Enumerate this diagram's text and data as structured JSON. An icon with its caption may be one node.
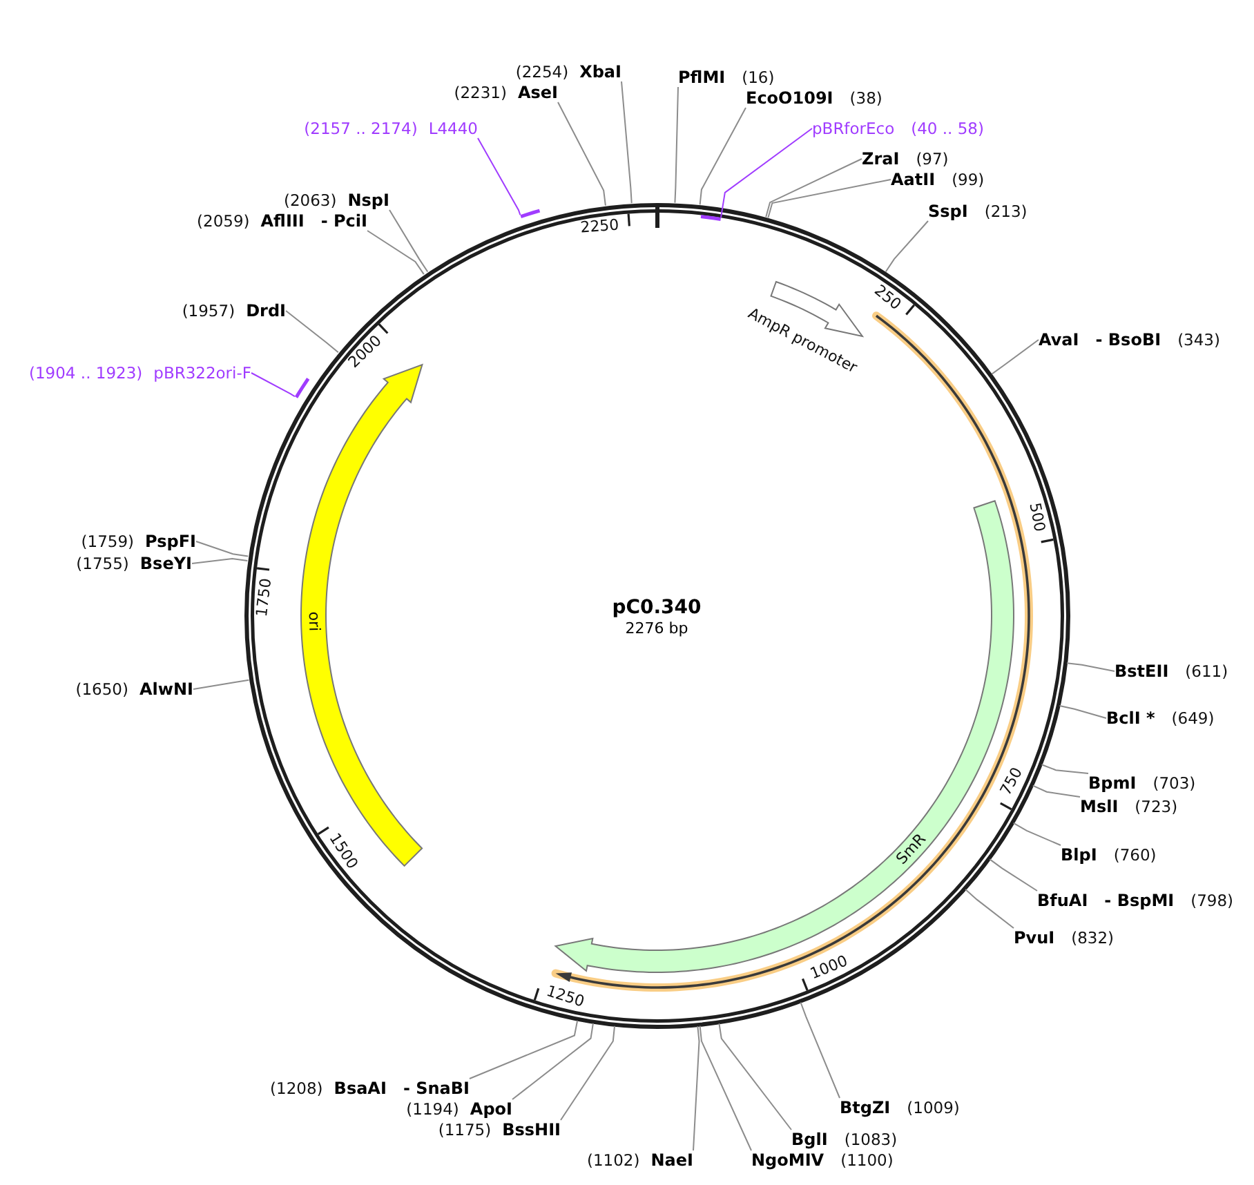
{
  "diagram": {
    "title": "pC0.340",
    "nodes": [
      {
        "text": [],
        "shape": "circle"
      },
      {
        "text": [],
        "shape": "arrow",
        "beside": [
          "AmpR promoter"
        ],
        "in": 0
      },
      {
        "text": [
          "SmR"
        ],
        "in": 0
      },
      {
        "text": [
          "ori"
        ],
        "in": 0
      },
      {
        "text": [],
        "shape": "bar",
        "in": 0
      },
      {
        "text": [],
        "shape": "bar"
      },
      {
        "text": [],
        "shape": "bar"
      },
      {
        "text": [
          "(2254)",
          "XbaI"
        ]
      },
      {
        "text": [
          "PflMI",
          "(16)"
        ]
      },
      {
        "text": [
          "(2231)",
          "AseI"
        ]
      },
      {
        "text": [
          "EcoO109I",
          "(38)"
        ]
      },
      {
        "text": [
          "(2157 .. 2174)",
          "L4440"
        ]
      },
      {
        "text": [
          "pBRforEco",
          "(40 .. 58)"
        ]
      },
      {
        "text": [
          "ZraI",
          "(97)"
        ]
      },
      {
        "text": [
          "AatII",
          "(99)"
        ]
      },
      {
        "text": [
          "(2063)",
          "NspI"
        ]
      },
      {
        "text": [
          "SspI",
          "(213)"
        ]
      },
      {
        "text": [
          "(2059)",
          "AflIII",
          "- PciI"
        ]
      },
      {
        "text": [
          "(1957)",
          "DrdI"
        ]
      },
      {
        "text": [
          "AvaI",
          "- BsoBI",
          "(343)"
        ]
      },
      {
        "text": [
          "(1904 .. 1923)",
          "pBR322ori-F"
        ]
      },
      {
        "text": [
          "(1759)",
          "PspFI"
        ]
      },
      {
        "text": [
          "(1755)",
          "BseYI"
        ]
      },
      {
        "text": [
          "BstEII",
          "(611)"
        ]
      },
      {
        "text": [
          "(1650)",
          "AlwNI"
        ]
      },
      {
        "text": [
          "BclI *",
          "(649)"
        ]
      },
      {
        "text": [
          "BpmI",
          "(703)"
        ]
      },
      {
        "text": [
          "MslI",
          "(723)"
        ]
      },
      {
        "text": [
          "BlpI",
          "(760)"
        ]
      },
      {
        "text": [
          "BfuAI",
          "- BspMI",
          "(798)"
        ]
      },
      {
        "text": [
          "PvuI",
          "(832)"
        ]
      },
      {
        "text": [
          "(1208)",
          "BsaAI",
          "- SnaBI"
        ]
      },
      {
        "text": [
          "BtgZI",
          "(1009)"
        ]
      },
      {
        "text": [
          "(1194)",
          "ApoI"
        ]
      },
      {
        "text": [
          "(1175)",
          "BssHII"
        ]
      },
      {
        "text": [
          "BglI",
          "(1083)"
        ]
      },
      {
        "text": [
          "(1102)",
          "NaeI"
        ]
      },
      {
        "text": [
          "NgoMIV",
          "(1100)"
        ]
      }
    ],
    "edges": [
      {
        "from": 7,
        "to": 0,
        "arrow": "none"
      },
      {
        "from": 8,
        "to": 0,
        "arrow": "none"
      },
      {
        "from": 9,
        "to": 0,
        "arrow": "none"
      },
      {
        "from": 10,
        "to": 0,
        "arrow": "none"
      },
      {
        "from": 11,
        "to": 5,
        "arrow": "none",
        "color": "#a03cff"
      },
      {
        "from": 12,
        "to": 4,
        "arrow": "none",
        "color": "#a03cff"
      },
      {
        "from": 13,
        "to": 0,
        "arrow": "none"
      },
      {
        "from": 14,
        "to": 0,
        "arrow": "none"
      },
      {
        "from": 15,
        "to": 0,
        "arrow": "none"
      },
      {
        "from": 16,
        "to": 0,
        "arrow": "none"
      },
      {
        "from": 17,
        "to": 0,
        "arrow": "none"
      },
      {
        "from": 18,
        "to": 0,
        "arrow": "none"
      },
      {
        "from": 19,
        "to": 0,
        "arrow": "none"
      },
      {
        "from": 20,
        "to": 6,
        "arrow": "none",
        "color": "#a03cff"
      },
      {
        "from": 21,
        "to": 0,
        "arrow": "none"
      },
      {
        "from": 22,
        "to": 0,
        "arrow": "none"
      },
      {
        "from": 23,
        "to": 0,
        "arrow": "none"
      },
      {
        "from": 24,
        "to": 0,
        "arrow": "none"
      },
      {
        "from": 25,
        "to": 0,
        "arrow": "none"
      },
      {
        "from": 26,
        "to": 0,
        "arrow": "none"
      },
      {
        "from": 27,
        "to": 0,
        "arrow": "none"
      },
      {
        "from": 28,
        "to": 0,
        "arrow": "none"
      },
      {
        "from": 29,
        "to": 0,
        "arrow": "none"
      },
      {
        "from": 30,
        "to": 0,
        "arrow": "none"
      },
      {
        "from": 31,
        "to": 0,
        "arrow": "none"
      },
      {
        "from": 32,
        "to": 0,
        "arrow": "none"
      },
      {
        "from": 33,
        "to": 0,
        "arrow": "none"
      },
      {
        "from": 34,
        "to": 0,
        "arrow": "none"
      },
      {
        "from": 35,
        "to": 0,
        "arrow": "none"
      },
      {
        "from": 36,
        "to": 0,
        "arrow": "none"
      },
      {
        "from": 37,
        "to": 0,
        "arrow": "none"
      }
    ],
    "labels": [
      "2276 bp",
      "250",
      "500",
      "750",
      "1000",
      "1250",
      "1500",
      "1750",
      "2000",
      "2250"
    ]
  }
}
